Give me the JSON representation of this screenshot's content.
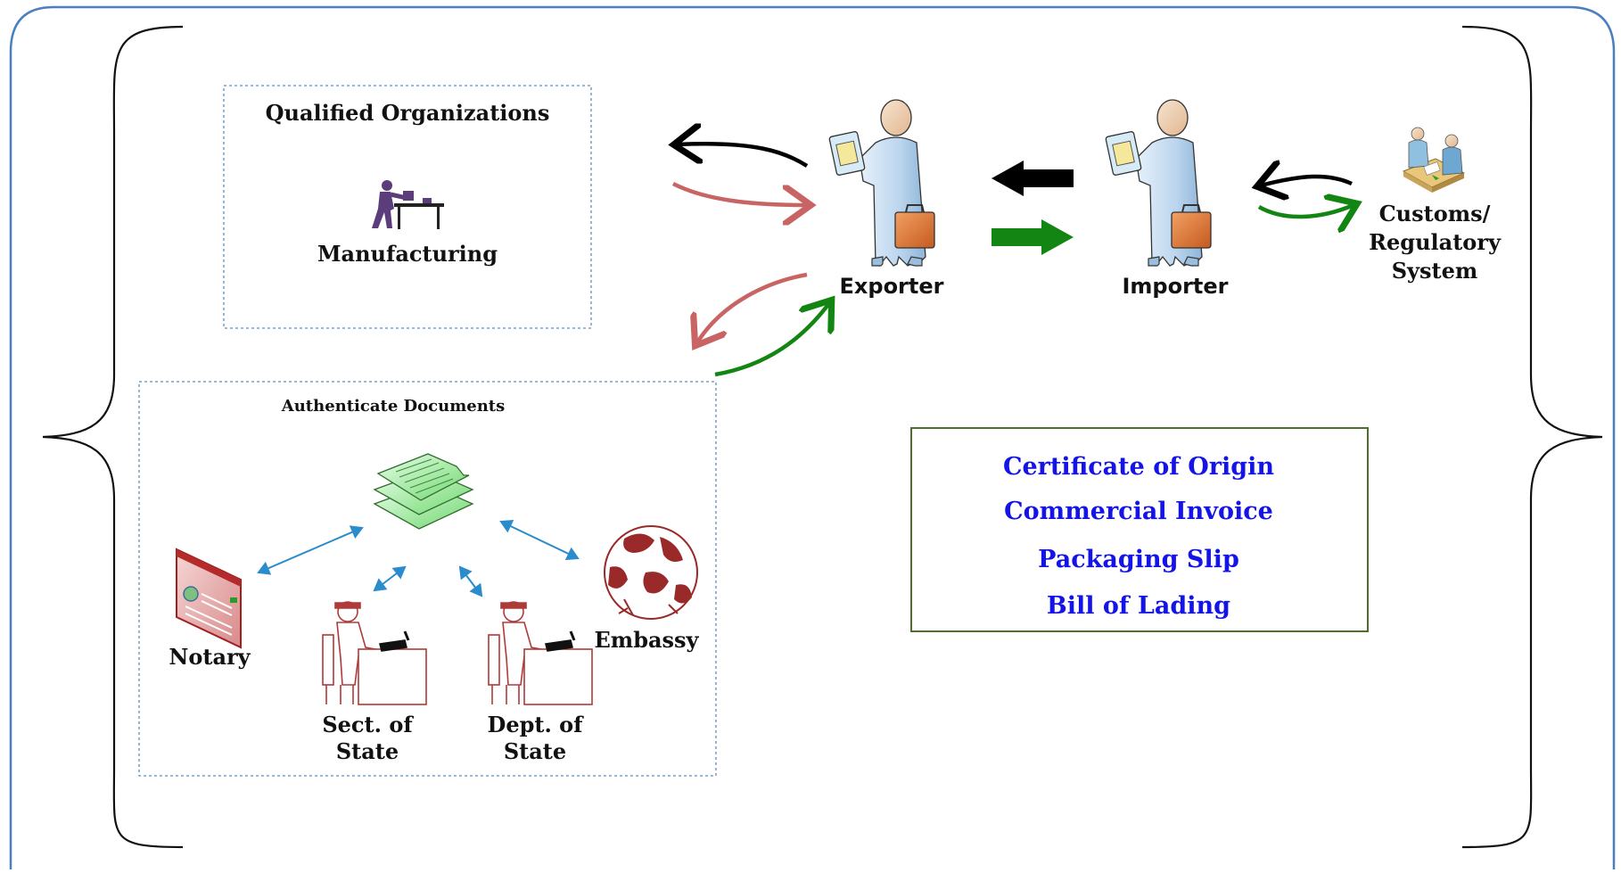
{
  "qualified": {
    "title": "Qualified Organizations",
    "manufacturing": "Manufacturing"
  },
  "authenticate": {
    "title": "Authenticate Documents",
    "notary": "Notary",
    "sect_of_state": [
      "Sect. of",
      "State"
    ],
    "dept_of_state": [
      "Dept. of",
      "State"
    ],
    "embassy": "Embassy"
  },
  "parties": {
    "exporter": "Exporter",
    "importer": "Importer",
    "customs": [
      "Customs/",
      "Regulatory",
      "System"
    ]
  },
  "documents": [
    "Certificate of Origin",
    "Commercial Invoice",
    "Packaging Slip",
    "Bill of Lading"
  ],
  "colors": {
    "frame": "#4a7fc0",
    "green": "#128512",
    "red": "#c86464",
    "black": "#000000",
    "doc_text": "#1414e6",
    "doc_border": "#4f6e2a",
    "dashed": "#5b8fc4",
    "blue_arrow": "#2a8ccc"
  }
}
